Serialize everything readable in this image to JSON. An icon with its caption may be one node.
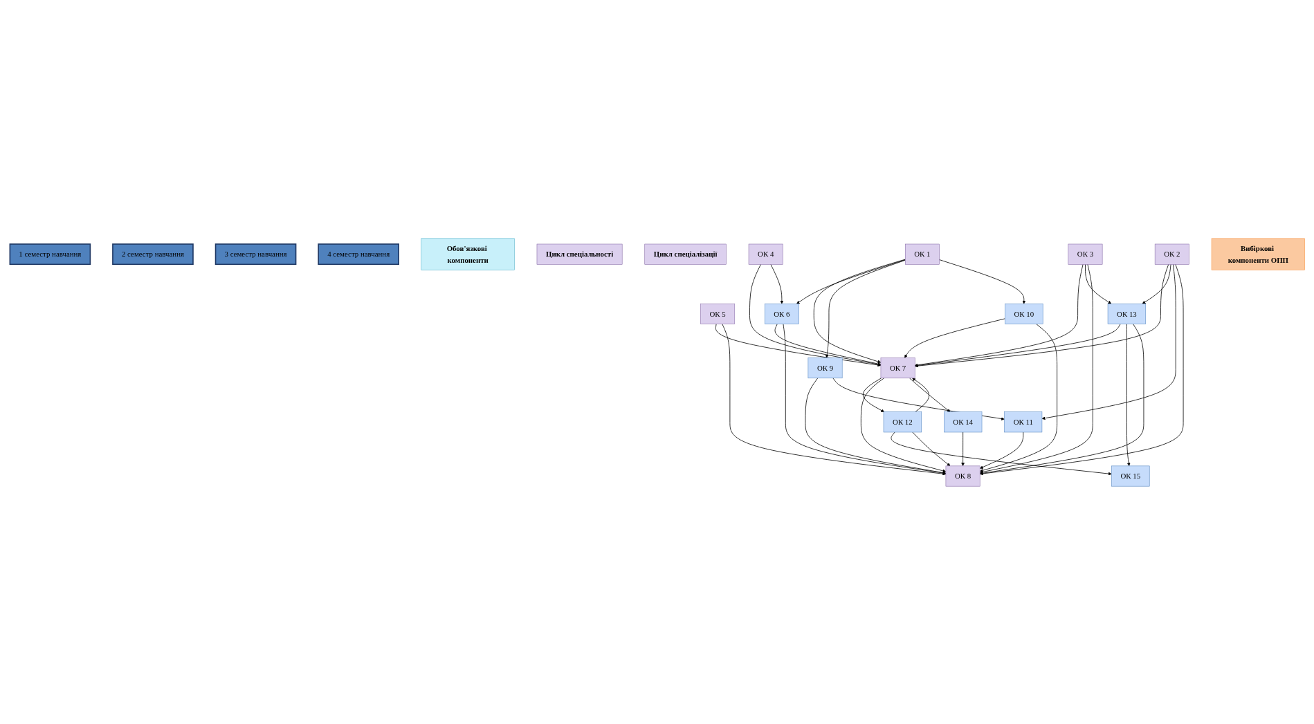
{
  "diagram": {
    "nodes": [
      {
        "text": [
          "1 семестр навчання"
        ]
      },
      {
        "text": [
          "2 семестр навчання"
        ]
      },
      {
        "text": [
          "3 семестр навчання"
        ]
      },
      {
        "text": [
          "4 семестр навчання"
        ]
      },
      {
        "text": [
          "Обов'язкові компоненти"
        ]
      },
      {
        "text": [
          "Цикл спеціальності"
        ]
      },
      {
        "text": [
          "Цикл спеціалізації"
        ]
      },
      {
        "text": [
          "ОК 1"
        ]
      },
      {
        "text": [
          "ОК 2"
        ]
      },
      {
        "text": [
          "ОК 7"
        ]
      },
      {
        "text": [
          "ОК 3"
        ]
      },
      {
        "text": [
          "ОК 4"
        ]
      },
      {
        "text": [
          "ОК 5"
        ]
      },
      {
        "text": [
          "ОК 6"
        ]
      },
      {
        "text": [
          "ОК 10"
        ]
      },
      {
        "text": [
          "ОК 13"
        ]
      },
      {
        "text": [
          "ОК 14"
        ]
      },
      {
        "text": [
          "ОК 9"
        ]
      },
      {
        "text": [
          "ОК 11"
        ]
      },
      {
        "text": [
          "ОК 12"
        ]
      },
      {
        "text": [
          "ОК 15"
        ]
      },
      {
        "text": [
          "ОК 8"
        ]
      },
      {
        "text": [
          "Вибіркові компоненти ОПП"
        ]
      }
    ],
    "edges": [
      {
        "from": 7,
        "to": 9,
        "arrow": "to"
      },
      {
        "from": 8,
        "to": 9,
        "arrow": "to"
      },
      {
        "from": 10,
        "to": 9,
        "arrow": "to"
      },
      {
        "from": 11,
        "to": 9,
        "arrow": "to"
      },
      {
        "from": 12,
        "to": 9,
        "arrow": "to"
      },
      {
        "from": 13,
        "to": 9,
        "arrow": "to"
      },
      {
        "from": 14,
        "to": 9,
        "arrow": "to"
      },
      {
        "from": 8,
        "to": 15,
        "arrow": "to"
      },
      {
        "from": 10,
        "to": 15,
        "arrow": "to"
      },
      {
        "from": 7,
        "to": 13,
        "arrow": "to"
      },
      {
        "from": 11,
        "to": 13,
        "arrow": "to"
      },
      {
        "from": 7,
        "to": 17,
        "arrow": "to"
      },
      {
        "from": 7,
        "to": 14,
        "arrow": "to"
      },
      {
        "from": 8,
        "to": 18,
        "arrow": "to"
      },
      {
        "from": 9,
        "to": 19,
        "arrow": "to"
      },
      {
        "from": 15,
        "to": 9,
        "arrow": "to"
      },
      {
        "from": 19,
        "to": 9,
        "arrow": "to"
      },
      {
        "from": 9,
        "to": 21,
        "arrow": "to"
      },
      {
        "from": 9,
        "to": 16,
        "arrow": "to"
      },
      {
        "from": 15,
        "to": 20,
        "arrow": "to"
      },
      {
        "from": 15,
        "to": 21,
        "arrow": "to"
      },
      {
        "from": 19,
        "to": 20,
        "arrow": "to"
      },
      {
        "from": 19,
        "to": 21,
        "arrow": "to"
      },
      {
        "from": 16,
        "to": 21,
        "arrow": "to"
      },
      {
        "from": 13,
        "to": 21,
        "arrow": "to"
      },
      {
        "from": 17,
        "to": 21,
        "arrow": "to"
      },
      {
        "from": 17,
        "to": 18,
        "arrow": "to"
      },
      {
        "from": 14,
        "to": 21,
        "arrow": "to"
      },
      {
        "from": 18,
        "to": 21,
        "arrow": "to"
      },
      {
        "from": 12,
        "to": 21,
        "arrow": "to"
      },
      {
        "from": 8,
        "to": 21,
        "arrow": "to"
      },
      {
        "from": 10,
        "to": 21,
        "arrow": "to"
      }
    ]
  }
}
